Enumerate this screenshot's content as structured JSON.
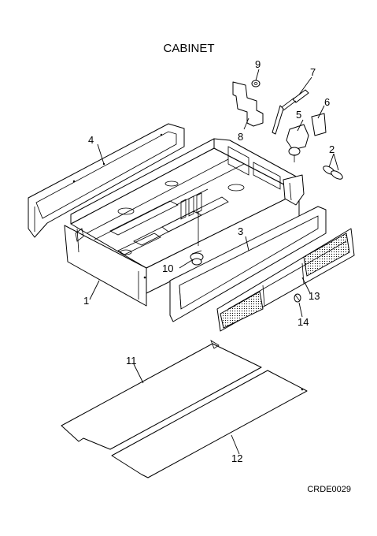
{
  "title": "CABINET",
  "drawing_code": "CRDE0029",
  "callouts": [
    {
      "id": "1",
      "label": "1"
    },
    {
      "id": "2",
      "label": "2"
    },
    {
      "id": "3",
      "label": "3"
    },
    {
      "id": "4",
      "label": "4"
    },
    {
      "id": "5",
      "label": "5"
    },
    {
      "id": "6",
      "label": "6"
    },
    {
      "id": "7",
      "label": "7"
    },
    {
      "id": "8",
      "label": "8"
    },
    {
      "id": "9",
      "label": "9"
    },
    {
      "id": "10",
      "label": "10"
    },
    {
      "id": "11",
      "label": "11"
    },
    {
      "id": "12",
      "label": "12"
    },
    {
      "id": "13",
      "label": "13"
    },
    {
      "id": "14",
      "label": "14"
    }
  ]
}
